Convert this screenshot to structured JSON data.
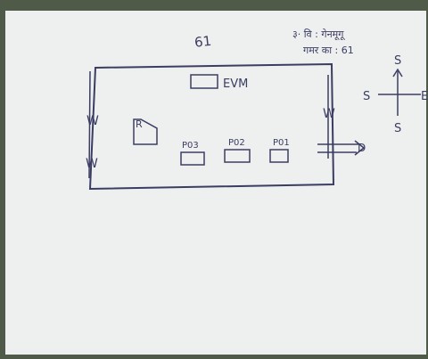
{
  "sheet": {
    "page_number": "61",
    "header_note_line1": "३· वि : गेनमूगू",
    "header_note_line2": "गमर का : 61"
  },
  "diagram": {
    "evm_label": "EVM",
    "po3_label": "P03",
    "po2_label": "P02",
    "po1_label": "P01",
    "pr_label": "R",
    "window_left_top": "W",
    "window_left_bottom": "W",
    "window_right": "W",
    "door_label": "D"
  },
  "compass": {
    "north": "S",
    "west": "S",
    "east": "E",
    "south": "S"
  },
  "colors": {
    "ink": "#3b3d63",
    "paper": "#eef0ef",
    "background": "#4f5a49"
  }
}
